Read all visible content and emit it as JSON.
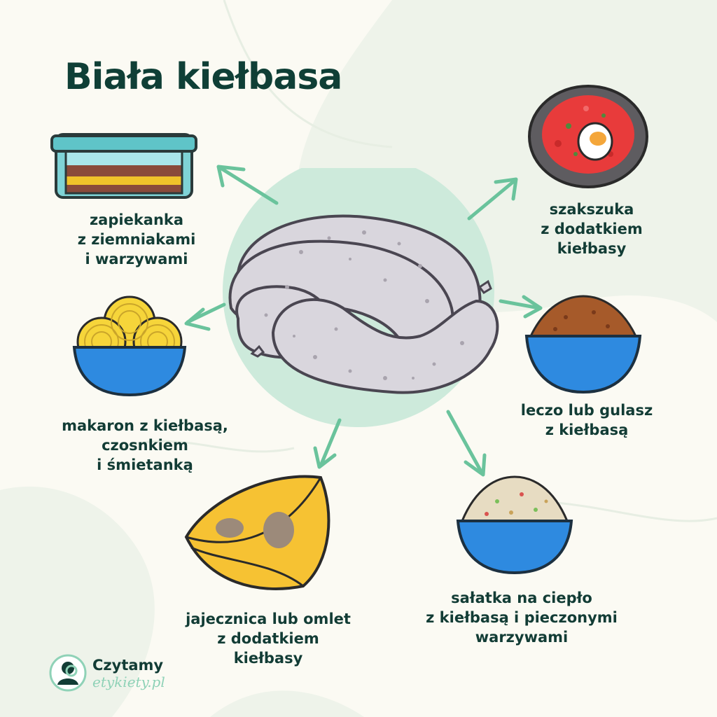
{
  "title": "Biała kiełbasa",
  "items": [
    {
      "lines": [
        "zapiekanka",
        "z ziemniakami",
        "i warzywami"
      ]
    },
    {
      "lines": [
        "szakszuka",
        "z dodatkiem",
        "kiełbasy"
      ]
    },
    {
      "lines": [
        "makaron z kiełbasą,",
        "czosnkiem",
        "i śmietanką"
      ]
    },
    {
      "lines": [
        "leczo lub gulasz",
        "z kiełbasą"
      ]
    },
    {
      "lines": [
        "jajecznica lub omlet",
        "z dodatkiem",
        "kiełbasy"
      ]
    },
    {
      "lines": [
        "sałatka na ciepło",
        "z kiełbasą i pieczonymi",
        "warzywami"
      ]
    }
  ],
  "logo": {
    "line1": "Czytamy",
    "line2": "etykiety.pl"
  },
  "colors": {
    "background": "#fbfaf3",
    "title": "#0f3f36",
    "accent": "#6ac39c",
    "bowl_blue": "#2e8ae0",
    "sausage": "#d8d5dc"
  },
  "icons": [
    "casserole-dish-icon",
    "shakshuka-pan-icon",
    "pasta-bowl-icon",
    "stew-bowl-icon",
    "omelette-icon",
    "salad-bowl-icon",
    "white-sausage-illustration",
    "arrow-icon"
  ]
}
